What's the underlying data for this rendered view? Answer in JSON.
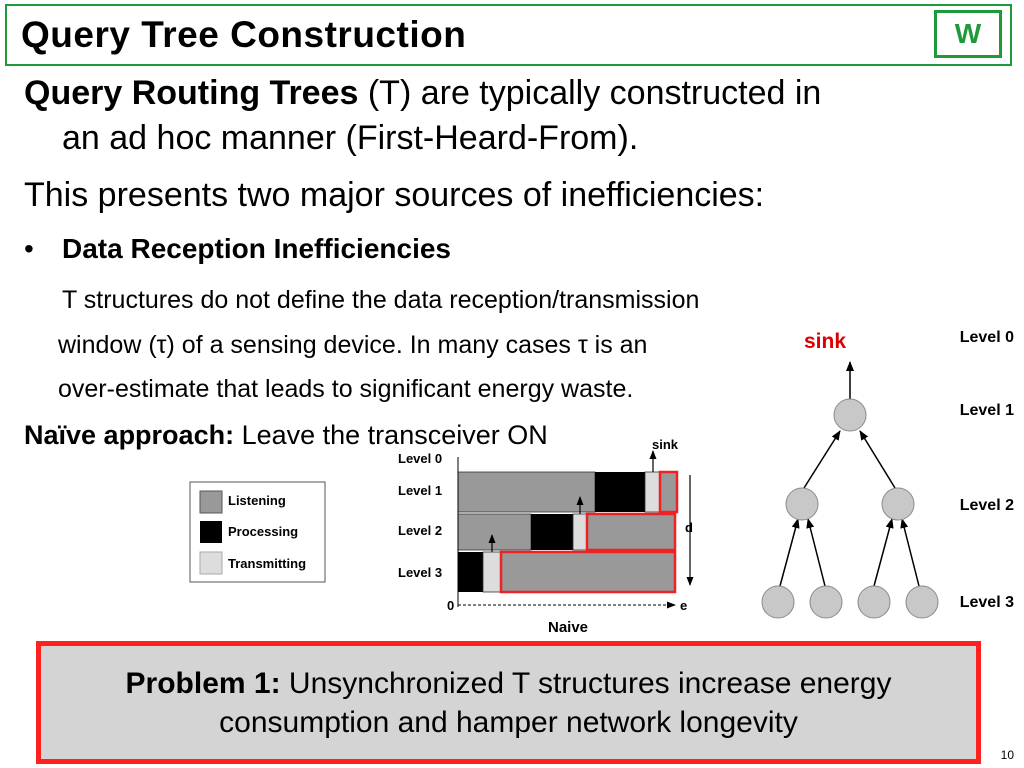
{
  "slide": {
    "title": "Query Tree Construction",
    "logo": "W",
    "page_number": "10"
  },
  "body": {
    "para1_bold": "Query Routing Trees",
    "para1_rest": " (T) are typically constructed in",
    "para1_line2": "an ad hoc manner (First-Heard-From).",
    "para2": "This presents two major sources of inefficiencies:",
    "bullet_marker": "•",
    "bullet_heading": "Data Reception Inefficiencies",
    "desc_line1": "T structures do not define the data reception/transmission",
    "desc_line2": "window (τ) of a sensing device.  In many cases τ is an",
    "desc_line3": "over-estimate that leads to significant energy waste.",
    "naive_bold": "Naïve approach:",
    "naive_rest": " Leave the transceiver ON"
  },
  "tree": {
    "sink_label": "sink",
    "levels": [
      "Level 0",
      "Level 1",
      "Level 2",
      "Level 3"
    ],
    "colors": {
      "sink": "#dd0000",
      "node_fill": "#c8c8c8",
      "node_stroke": "#8a8a8a"
    }
  },
  "naive_chart": {
    "legend": [
      "Listening",
      "Processing",
      "Transmitting"
    ],
    "level_labels": [
      "Level 0",
      "Level 1",
      "Level 2",
      "Level 3"
    ],
    "sink_label": "sink",
    "axis_origin": "0",
    "axis_end": "e",
    "duration_label": "d",
    "caption": "Naive",
    "colors": {
      "listening": "#999999",
      "processing": "#000000",
      "transmitting": "#dddddd",
      "window": "#ee2222"
    }
  },
  "problem": {
    "bold": "Problem 1:",
    "line1_rest": " Unsynchronized T structures increase energy",
    "line2": "consumption and hamper network longevity"
  }
}
